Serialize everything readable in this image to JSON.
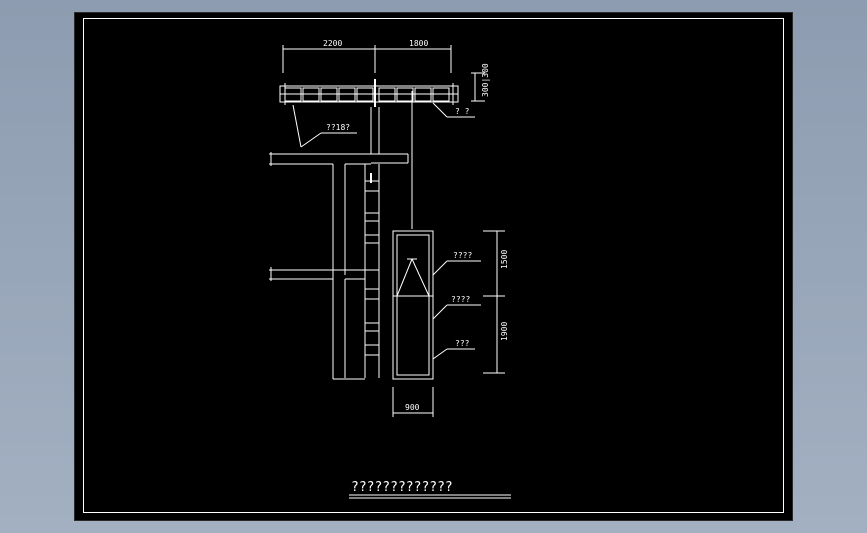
{
  "drawing": {
    "dims": {
      "top_left": "2200",
      "top_right": "1800",
      "side_top": "300|300",
      "side_mid": "1500",
      "side_low": "1900",
      "bottom": "900"
    },
    "labels": {
      "beam": "??18?",
      "hook": "? ?",
      "upper_box": "????",
      "mid_box": "????",
      "low_box": "???"
    },
    "title": "?????????????"
  }
}
